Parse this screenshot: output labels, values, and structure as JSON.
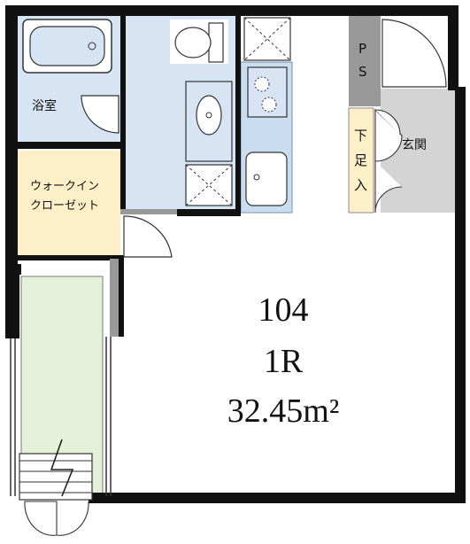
{
  "unit": {
    "number": "104",
    "layout": "1R",
    "area": "32.45m²"
  },
  "rooms": {
    "bath": "浴室",
    "closet_line1": "ウォークイン",
    "closet_line2": "クローゼット",
    "entrance": "玄関",
    "ps_p": "P",
    "ps_s": "S",
    "shoe_1": "下",
    "shoe_2": "足",
    "shoe_3": "入"
  },
  "colors": {
    "wall": "#111111",
    "bath_fill": "#d6e4f4",
    "closet_fill": "#fdf0c8",
    "balcony_fill": "#e6f0d8",
    "entrance_fill": "#d4d4d4",
    "ps_fill": "#999999",
    "shoebox_fill": "#fdf0c8",
    "fixture_fill": "#c9dcf0"
  }
}
